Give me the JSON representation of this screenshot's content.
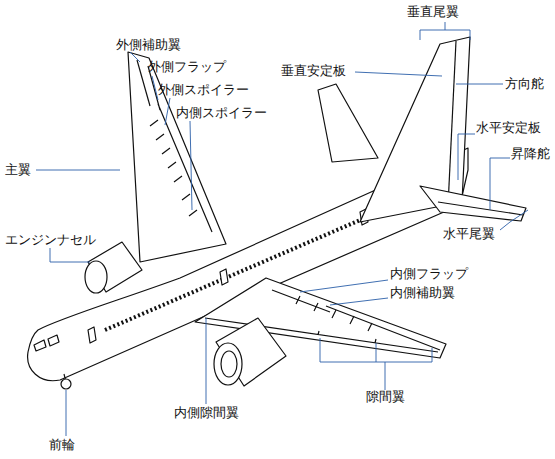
{
  "diagram": {
    "labels": [
      "垂直尾翼",
      "外側補助翼",
      "外側フラップ",
      "外側スポイラー",
      "内側スポイラー",
      "垂直安定板",
      "方向舵",
      "主翼",
      "水平安定板",
      "昇降舵",
      "エンジンナセル",
      "水平尾翼",
      "内側フラップ",
      "内側補助翼",
      "隙間翼",
      "内側隙間翼",
      "前輪"
    ]
  }
}
